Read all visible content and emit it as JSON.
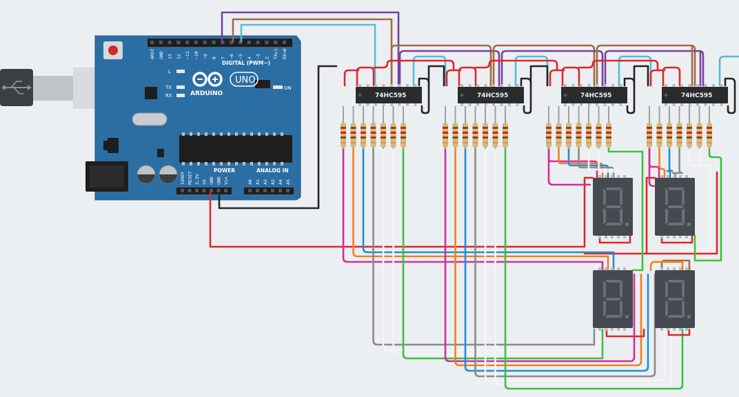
{
  "colors": {
    "background": "#eceff1",
    "board": "#2b6ea3",
    "chip": "#2b2b2b",
    "display": "#444a50",
    "segment_off": "#6a7077",
    "wires": {
      "red": "#e0262b",
      "black": "#222222",
      "purple": "#7a3fa0",
      "brown": "#a06b44",
      "cyan": "#56bcd6",
      "magenta": "#d22e9b",
      "orange": "#f08020",
      "blue": "#1d8fd3",
      "white": "#f4f4f4",
      "gray": "#8a8a8a",
      "green": "#3fbf3f"
    }
  },
  "arduino": {
    "brand": "ARDUINO",
    "model": "UNO",
    "digital_header": "DIGITAL (PWM~)",
    "power_header": "POWER",
    "analog_header": "ANALOG IN",
    "on_label": "ON",
    "led_l": "L",
    "led_tx": "TX",
    "led_rx": "RX",
    "digital_pins": [
      "AREF",
      "GND",
      "13",
      "12",
      "~11",
      "~10",
      "~9",
      "8",
      "7",
      "~6",
      "~5",
      "4",
      "~3",
      "2",
      "TX▸1",
      "RX◂0"
    ],
    "power_pins": [
      "IOREF",
      "RESET",
      "3.3V",
      "5V",
      "GND",
      "GND",
      "Vin"
    ],
    "analog_pins": [
      "A0",
      "A1",
      "A2",
      "A3",
      "A4",
      "A5"
    ],
    "usb_icon": "usb-symbol-icon"
  },
  "shift_registers": [
    {
      "label": "74HC595"
    },
    {
      "label": "74HC595"
    },
    {
      "label": "74HC595"
    },
    {
      "label": "74HC595"
    }
  ],
  "displays": [
    {
      "digit": "8."
    },
    {
      "digit": "8."
    },
    {
      "digit": "8."
    },
    {
      "digit": "8."
    }
  ]
}
